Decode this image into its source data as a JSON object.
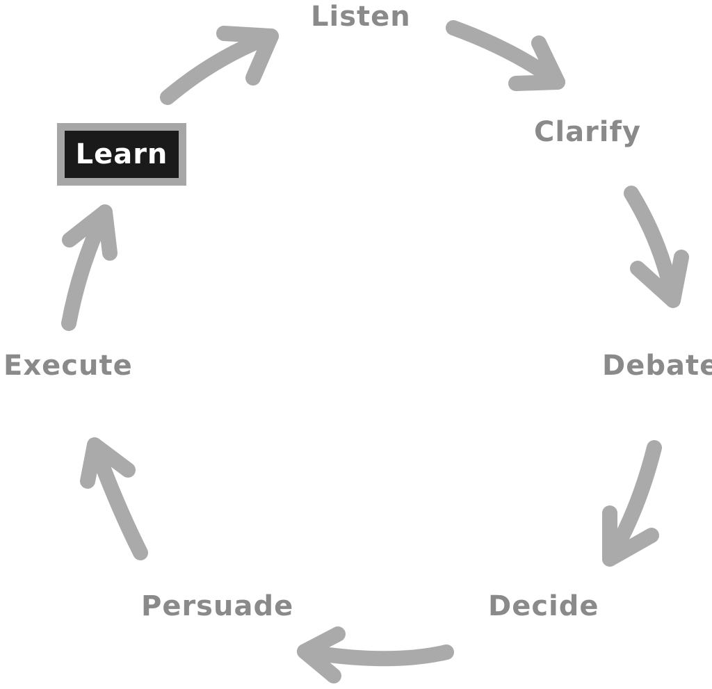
{
  "steps": [
    {
      "id": "listen",
      "label": "Listen"
    },
    {
      "id": "clarify",
      "label": "Clarify"
    },
    {
      "id": "debate",
      "label": "Debate"
    },
    {
      "id": "decide",
      "label": "Decide"
    },
    {
      "id": "persuade",
      "label": "Persuade"
    },
    {
      "id": "execute",
      "label": "Execute"
    },
    {
      "id": "learn",
      "label": "Learn",
      "highlighted": true
    }
  ],
  "colors": {
    "label": "#8a8a8a",
    "arrow": "#aaaaaa",
    "highlight_bg": "#1a1a1a",
    "highlight_border": "#a6a6a6",
    "highlight_text": "#ffffff"
  },
  "arrow_icon": "curved-arrow"
}
